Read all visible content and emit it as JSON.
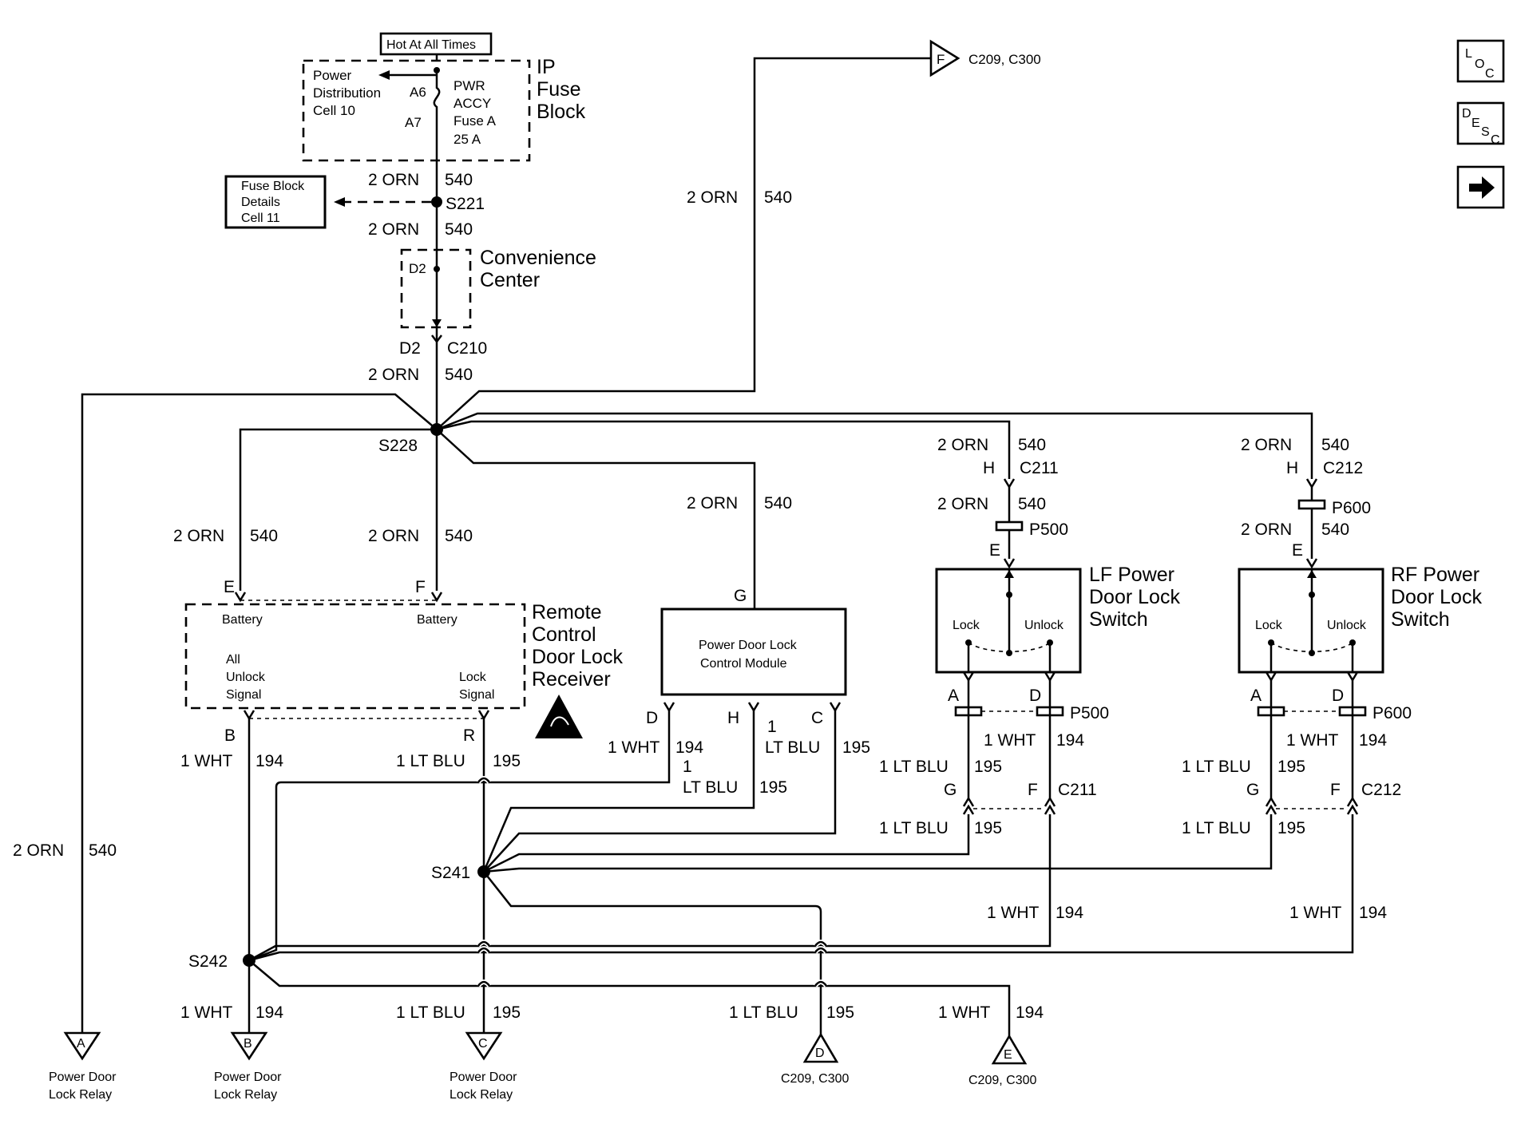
{
  "labels": {
    "hot_at_all_times": "Hot At All Times",
    "ip_fuse_block": [
      "IP",
      "Fuse",
      "Block"
    ],
    "power_distribution": [
      "Power",
      "Distribution",
      "Cell 10"
    ],
    "fuse_name": [
      "PWR",
      "ACCY",
      "Fuse A",
      "25 A"
    ],
    "fuse_pin_a6": "A6",
    "fuse_pin_a7": "A7",
    "fuse_block_details": [
      "Fuse Block",
      "Details",
      "Cell 11"
    ],
    "convenience_center": [
      "Convenience",
      "Center"
    ],
    "convenience_pin": "D2",
    "remote_receiver": [
      "Remote",
      "Control",
      "Door Lock",
      "Receiver"
    ],
    "receiver_battery": "Battery",
    "receiver_all_unlock": [
      "All",
      "Unlock",
      "Signal"
    ],
    "receiver_lock_signal": [
      "Lock",
      "Signal"
    ],
    "control_module": [
      "Power Door Lock",
      "Control Module"
    ],
    "lf_switch": [
      "LF Power",
      "Door Lock",
      "Switch"
    ],
    "rf_switch": [
      "RF Power",
      "Door Lock",
      "Switch"
    ],
    "switch_lock": "Lock",
    "switch_unlock": "Unlock",
    "relay_label": [
      "Power Door",
      "Lock Relay"
    ],
    "relay_label_a": [
      "Power Door",
      "Lock Relay"
    ]
  },
  "wires": {
    "orn_gauge_color": "2 ORN",
    "orn_circuit": "540",
    "wht_gauge_color": "1 WHT",
    "wht_circuit": "194",
    "ltblu_gauge_color": "1 LT BLU",
    "ltblu_circuit": "195",
    "ltblu_split_1": "1",
    "ltblu_split_2": "LT BLU"
  },
  "splices": [
    "S221",
    "S228",
    "S241",
    "S242"
  ],
  "connectors": {
    "c210": "C210",
    "c211": "C211",
    "c212": "C212",
    "p500": "P500",
    "p600": "P600",
    "c209_c300": "C209, C300"
  },
  "pins": [
    "D2",
    "E",
    "F",
    "B",
    "R",
    "G",
    "D",
    "H",
    "C",
    "H",
    "E",
    "A",
    "D",
    "G",
    "F",
    "H",
    "E",
    "A",
    "D",
    "G",
    "F"
  ],
  "offpage": [
    "A",
    "B",
    "C",
    "D",
    "E",
    "F"
  ],
  "nav_buttons": [
    {
      "name": "loc-button",
      "letters": [
        "L",
        "O",
        "C"
      ]
    },
    {
      "name": "desc-button",
      "letters": [
        "D",
        "E",
        "S",
        "C"
      ]
    },
    {
      "name": "next-arrow-button",
      "icon": "arrow-right-icon"
    }
  ]
}
